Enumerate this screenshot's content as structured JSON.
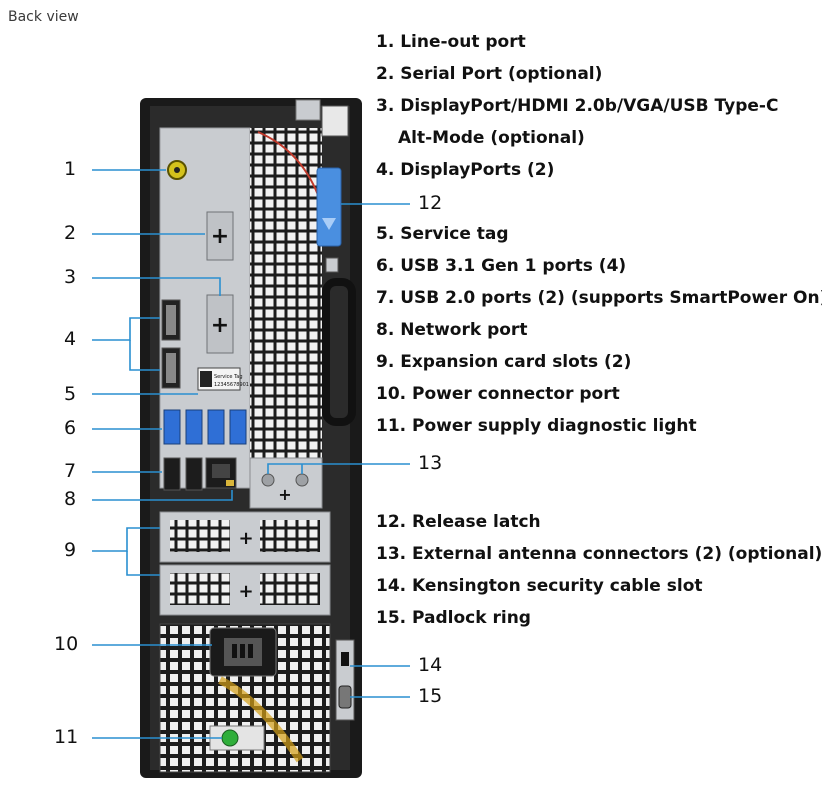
{
  "caption": "Back view",
  "legend": [
    {
      "text": "1. Line-out port"
    },
    {
      "text": "2. Serial Port (optional)"
    },
    {
      "text": "3. DisplayPort/HDMI 2.0b/VGA/USB Type-C"
    },
    {
      "text": "Alt-Mode (optional)"
    },
    {
      "text": "4. DisplayPorts (2)"
    },
    {
      "text": "5. Service tag"
    },
    {
      "text": "6. USB 3.1 Gen 1 ports (4)"
    },
    {
      "text": "7. USB 2.0 ports (2) (supports SmartPower On)"
    },
    {
      "text": "8. Network port"
    },
    {
      "text": "9. Expansion card slots (2)"
    },
    {
      "text": "10. Power connector port"
    },
    {
      "text": "11. Power supply diagnostic light"
    },
    {
      "text": "12. Release latch"
    },
    {
      "text": "13. External antenna connectors (2) (optional)"
    },
    {
      "text": "14. Kensington security cable slot"
    },
    {
      "text": "15. Padlock ring"
    }
  ],
  "callouts": [
    "1",
    "2",
    "3",
    "4",
    "5",
    "6",
    "7",
    "8",
    "9",
    "10",
    "11",
    "12",
    "13",
    "14",
    "15"
  ],
  "service_tag_label": "Service Tag",
  "service_tag_code": "12345678901",
  "colors": {
    "callout_line": "#2a8fd0",
    "chassis": "#1a1a1a",
    "panel": "#c9ccd0",
    "usb3_blue": "#2f6fd6",
    "latch_blue": "#4a8fe0",
    "diag_light": "#2fae3a"
  }
}
